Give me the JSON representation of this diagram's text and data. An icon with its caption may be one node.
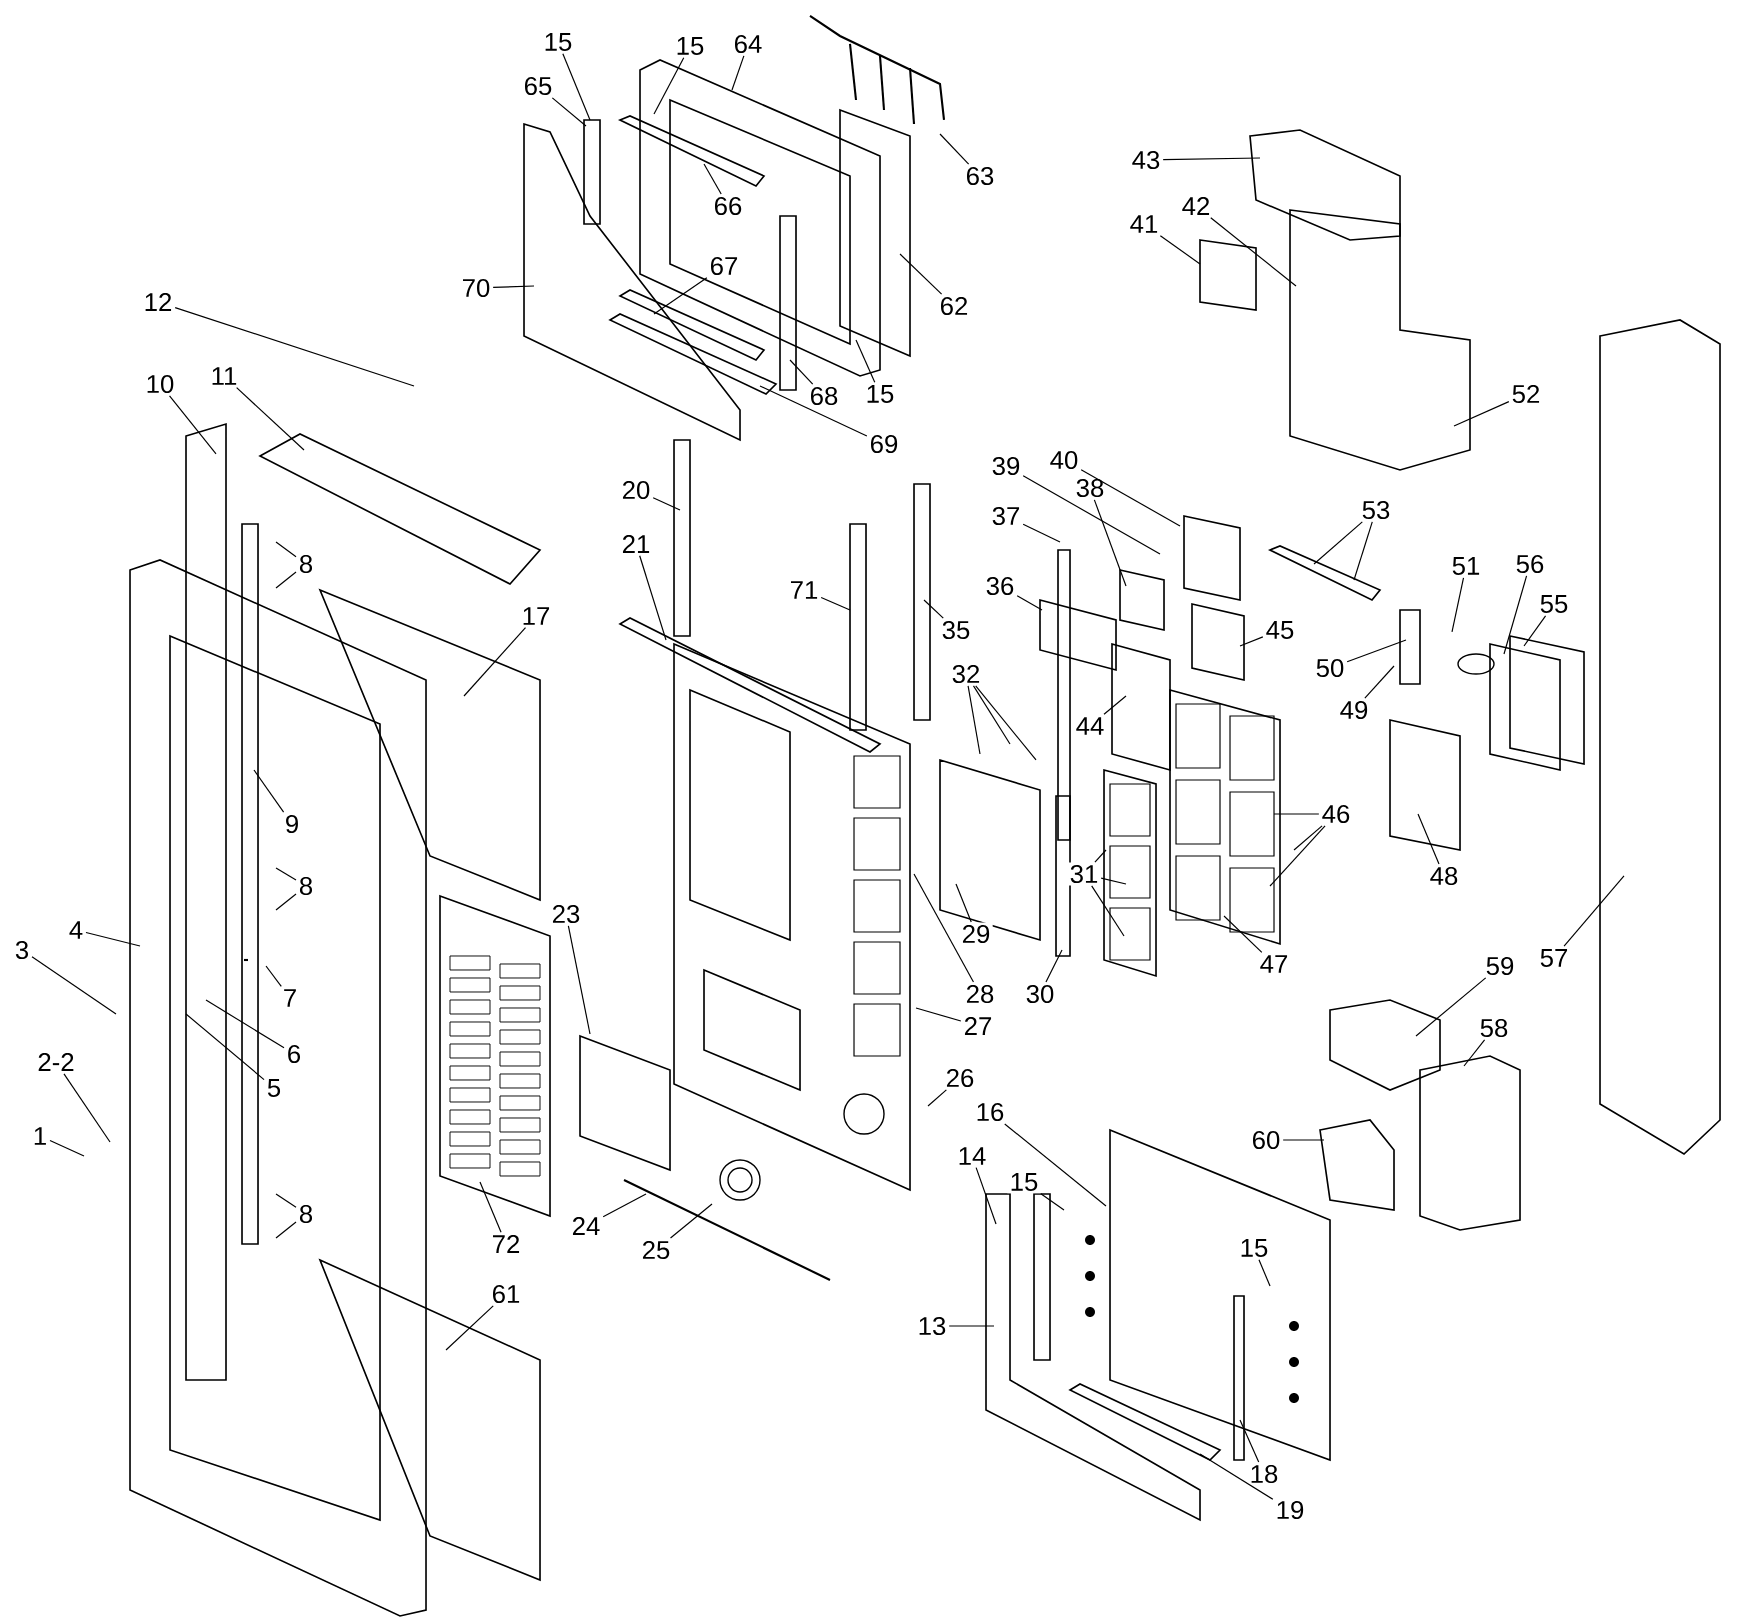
{
  "diagram": {
    "nodes": [
      {
        "text": [
          "1"
        ]
      },
      {
        "text": [
          "2-2"
        ]
      },
      {
        "text": [
          "3"
        ]
      },
      {
        "text": [
          "4"
        ]
      },
      {
        "text": [
          "5"
        ]
      },
      {
        "text": [
          "6"
        ]
      },
      {
        "text": [
          "7"
        ]
      },
      {
        "text": [
          "8"
        ]
      },
      {
        "text": [
          "8"
        ]
      },
      {
        "text": [
          "8"
        ]
      },
      {
        "text": [
          "9"
        ]
      },
      {
        "text": [
          "10"
        ]
      },
      {
        "text": [
          "11"
        ]
      },
      {
        "text": [
          "12"
        ]
      },
      {
        "text": [
          "13"
        ]
      },
      {
        "text": [
          "14"
        ]
      },
      {
        "text": [
          "15"
        ]
      },
      {
        "text": [
          "15"
        ]
      },
      {
        "text": [
          "15"
        ]
      },
      {
        "text": [
          "15"
        ]
      },
      {
        "text": [
          "15"
        ]
      },
      {
        "text": [
          "16"
        ]
      },
      {
        "text": [
          "17"
        ]
      },
      {
        "text": [
          "18"
        ]
      },
      {
        "text": [
          "19"
        ]
      },
      {
        "text": [
          "20"
        ]
      },
      {
        "text": [
          "21"
        ]
      },
      {
        "text": [
          "23"
        ]
      },
      {
        "text": [
          "24"
        ]
      },
      {
        "text": [
          "25"
        ]
      },
      {
        "text": [
          "26"
        ]
      },
      {
        "text": [
          "27"
        ]
      },
      {
        "text": [
          "28"
        ]
      },
      {
        "text": [
          "29"
        ]
      },
      {
        "text": [
          "30"
        ]
      },
      {
        "text": [
          "31"
        ]
      },
      {
        "text": [
          "32"
        ]
      },
      {
        "text": [
          "35"
        ]
      },
      {
        "text": [
          "36"
        ]
      },
      {
        "text": [
          "37"
        ]
      },
      {
        "text": [
          "38"
        ]
      },
      {
        "text": [
          "39"
        ]
      },
      {
        "text": [
          "40"
        ]
      },
      {
        "text": [
          "41"
        ]
      },
      {
        "text": [
          "42"
        ]
      },
      {
        "text": [
          "43"
        ]
      },
      {
        "text": [
          "44"
        ]
      },
      {
        "text": [
          "45"
        ]
      },
      {
        "text": [
          "46"
        ]
      },
      {
        "text": [
          "47"
        ]
      },
      {
        "text": [
          "48"
        ]
      },
      {
        "text": [
          "49"
        ]
      },
      {
        "text": [
          "50"
        ]
      },
      {
        "text": [
          "51"
        ]
      },
      {
        "text": [
          "52"
        ]
      },
      {
        "text": [
          "53"
        ]
      },
      {
        "text": [
          "55"
        ]
      },
      {
        "text": [
          "56"
        ]
      },
      {
        "text": [
          "57"
        ]
      },
      {
        "text": [
          "58"
        ]
      },
      {
        "text": [
          "59"
        ]
      },
      {
        "text": [
          "60"
        ]
      },
      {
        "text": [
          "61"
        ]
      },
      {
        "text": [
          "62"
        ]
      },
      {
        "text": [
          "63"
        ]
      },
      {
        "text": [
          "64"
        ]
      },
      {
        "text": [
          "65"
        ]
      },
      {
        "text": [
          "66"
        ]
      },
      {
        "text": [
          "67"
        ]
      },
      {
        "text": [
          "68"
        ]
      },
      {
        "text": [
          "69"
        ]
      },
      {
        "text": [
          "70"
        ]
      },
      {
        "text": [
          "71"
        ]
      },
      {
        "text": [
          "72"
        ]
      }
    ],
    "edges": [
      {
        "from": 0,
        "to": null,
        "arrow": "none"
      },
      {
        "from": 1,
        "to": null,
        "arrow": "none"
      },
      {
        "from": 2,
        "to": null,
        "arrow": "none"
      },
      {
        "from": 3,
        "to": null,
        "arrow": "none"
      },
      {
        "from": 4,
        "to": null,
        "arrow": "none"
      },
      {
        "from": 5,
        "to": null,
        "arrow": "none"
      },
      {
        "from": 6,
        "to": null,
        "arrow": "none"
      },
      {
        "from": 7,
        "to": null,
        "arrow": "none"
      },
      {
        "from": 7,
        "to": null,
        "arrow": "none"
      },
      {
        "from": 8,
        "to": null,
        "arrow": "none"
      },
      {
        "from": 8,
        "to": null,
        "arrow": "none"
      },
      {
        "from": 9,
        "to": null,
        "arrow": "none"
      },
      {
        "from": 9,
        "to": null,
        "arrow": "none"
      },
      {
        "from": 10,
        "to": null,
        "arrow": "none"
      },
      {
        "from": 11,
        "to": null,
        "arrow": "none"
      },
      {
        "from": 12,
        "to": null,
        "arrow": "none"
      },
      {
        "from": 13,
        "to": null,
        "arrow": "none"
      },
      {
        "from": 14,
        "to": null,
        "arrow": "none"
      },
      {
        "from": 15,
        "to": null,
        "arrow": "none"
      },
      {
        "from": 16,
        "to": null,
        "arrow": "none"
      },
      {
        "from": 17,
        "to": null,
        "arrow": "none"
      },
      {
        "from": 18,
        "to": null,
        "arrow": "none"
      },
      {
        "from": 19,
        "to": null,
        "arrow": "none"
      },
      {
        "from": 20,
        "to": null,
        "arrow": "none"
      },
      {
        "from": 21,
        "to": null,
        "arrow": "none"
      },
      {
        "from": 22,
        "to": null,
        "arrow": "none"
      },
      {
        "from": 23,
        "to": null,
        "arrow": "none"
      },
      {
        "from": 24,
        "to": null,
        "arrow": "none"
      },
      {
        "from": 25,
        "to": null,
        "arrow": "none"
      },
      {
        "from": 26,
        "to": null,
        "arrow": "none"
      },
      {
        "from": 27,
        "to": null,
        "arrow": "none"
      },
      {
        "from": 28,
        "to": null,
        "arrow": "none"
      },
      {
        "from": 29,
        "to": null,
        "arrow": "none"
      },
      {
        "from": 30,
        "to": null,
        "arrow": "none"
      },
      {
        "from": 31,
        "to": null,
        "arrow": "none"
      },
      {
        "from": 32,
        "to": null,
        "arrow": "none"
      },
      {
        "from": 33,
        "to": null,
        "arrow": "none"
      },
      {
        "from": 34,
        "to": null,
        "arrow": "none"
      },
      {
        "from": 35,
        "to": null,
        "arrow": "none"
      },
      {
        "from": 35,
        "to": null,
        "arrow": "none"
      },
      {
        "from": 35,
        "to": null,
        "arrow": "none"
      },
      {
        "from": 36,
        "to": null,
        "arrow": "none"
      },
      {
        "from": 36,
        "to": null,
        "arrow": "none"
      },
      {
        "from": 36,
        "to": null,
        "arrow": "none"
      },
      {
        "from": 37,
        "to": null,
        "arrow": "none"
      },
      {
        "from": 38,
        "to": null,
        "arrow": "none"
      },
      {
        "from": 39,
        "to": null,
        "arrow": "none"
      },
      {
        "from": 40,
        "to": null,
        "arrow": "none"
      },
      {
        "from": 41,
        "to": null,
        "arrow": "none"
      },
      {
        "from": 42,
        "to": null,
        "arrow": "none"
      },
      {
        "from": 43,
        "to": null,
        "arrow": "none"
      },
      {
        "from": 44,
        "to": null,
        "arrow": "none"
      },
      {
        "from": 45,
        "to": null,
        "arrow": "none"
      },
      {
        "from": 46,
        "to": null,
        "arrow": "none"
      },
      {
        "from": 47,
        "to": null,
        "arrow": "none"
      },
      {
        "from": 48,
        "to": null,
        "arrow": "none"
      },
      {
        "from": 48,
        "to": null,
        "arrow": "none"
      },
      {
        "from": 48,
        "to": null,
        "arrow": "none"
      },
      {
        "from": 49,
        "to": null,
        "arrow": "none"
      },
      {
        "from": 50,
        "to": null,
        "arrow": "none"
      },
      {
        "from": 51,
        "to": null,
        "arrow": "none"
      },
      {
        "from": 52,
        "to": null,
        "arrow": "none"
      },
      {
        "from": 53,
        "to": null,
        "arrow": "none"
      },
      {
        "from": 54,
        "to": null,
        "arrow": "none"
      },
      {
        "from": 55,
        "to": null,
        "arrow": "none"
      },
      {
        "from": 55,
        "to": null,
        "arrow": "none"
      },
      {
        "from": 56,
        "to": null,
        "arrow": "none"
      },
      {
        "from": 57,
        "to": null,
        "arrow": "none"
      },
      {
        "from": 58,
        "to": null,
        "arrow": "none"
      },
      {
        "from": 59,
        "to": null,
        "arrow": "none"
      },
      {
        "from": 60,
        "to": null,
        "arrow": "none"
      },
      {
        "from": 61,
        "to": null,
        "arrow": "none"
      },
      {
        "from": 62,
        "to": null,
        "arrow": "none"
      },
      {
        "from": 63,
        "to": null,
        "arrow": "none"
      },
      {
        "from": 64,
        "to": null,
        "arrow": "none"
      },
      {
        "from": 65,
        "to": null,
        "arrow": "none"
      },
      {
        "from": 66,
        "to": null,
        "arrow": "none"
      },
      {
        "from": 67,
        "to": null,
        "arrow": "none"
      },
      {
        "from": 68,
        "to": null,
        "arrow": "none"
      },
      {
        "from": 69,
        "to": null,
        "arrow": "none"
      },
      {
        "from": 70,
        "to": null,
        "arrow": "none"
      },
      {
        "from": 71,
        "to": null,
        "arrow": "none"
      },
      {
        "from": 72,
        "to": null,
        "arrow": "none"
      },
      {
        "from": 73,
        "to": null,
        "arrow": "none"
      }
    ]
  }
}
